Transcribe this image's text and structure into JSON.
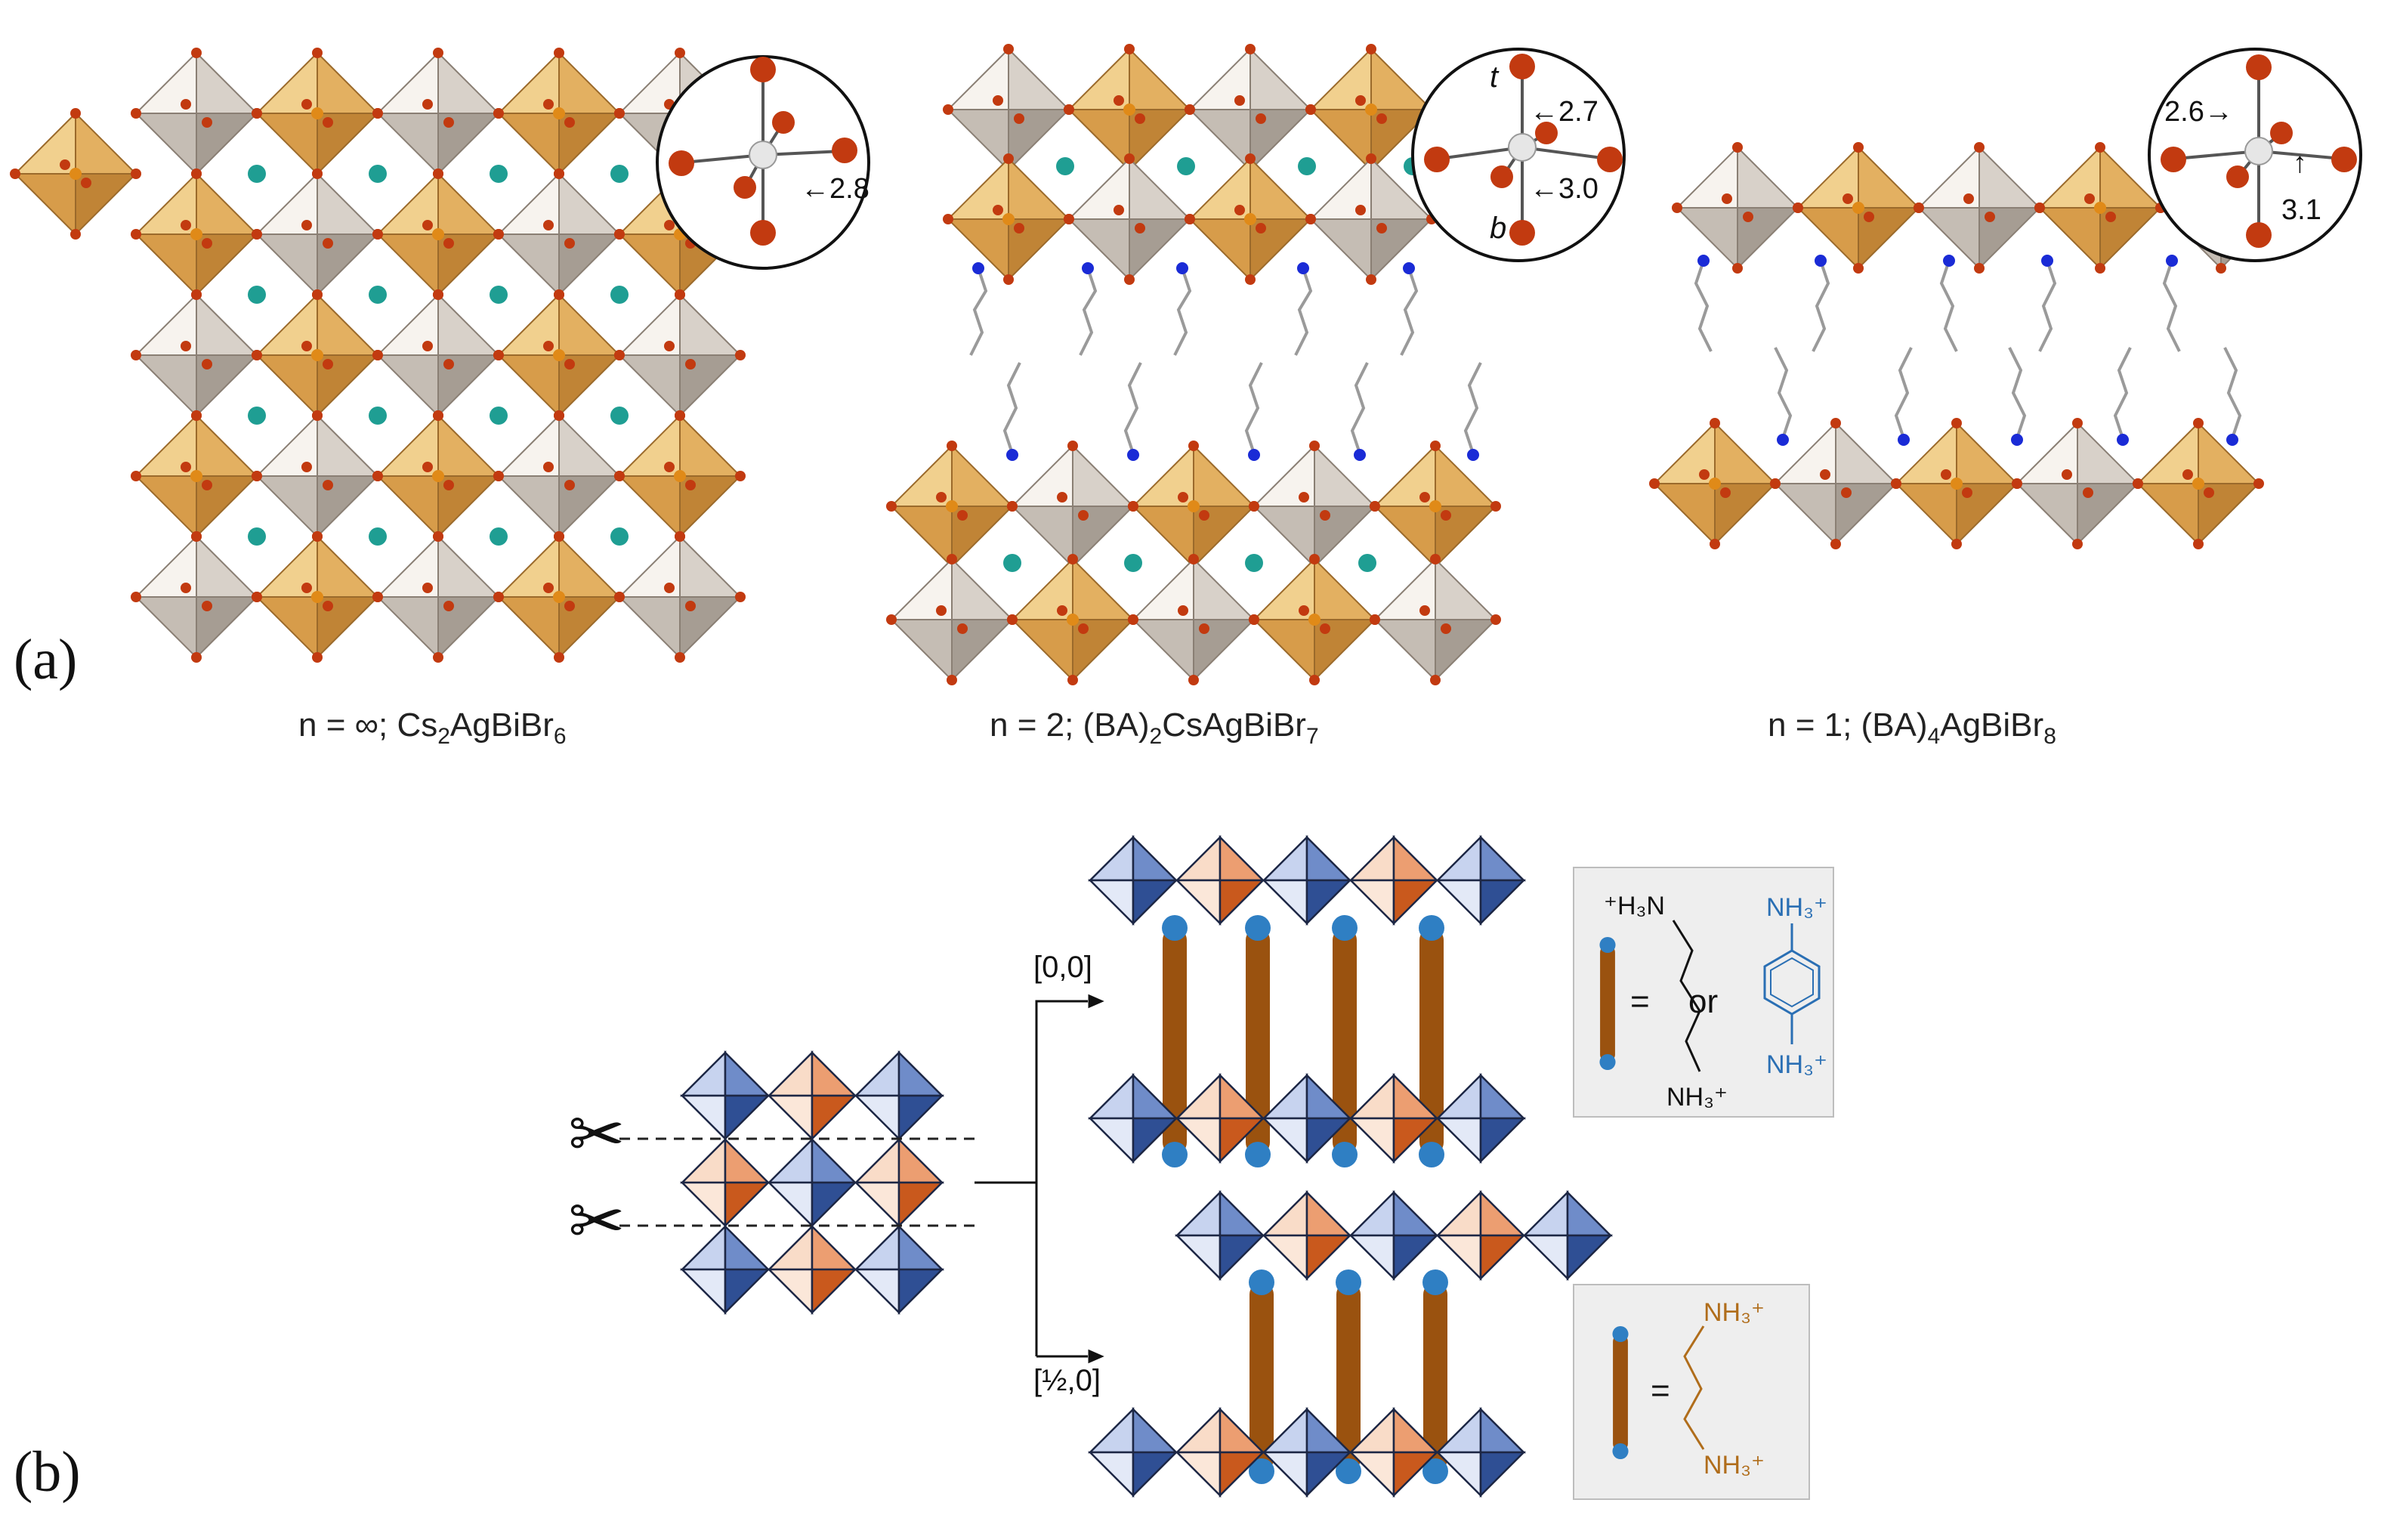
{
  "panel_labels": {
    "a": "(a)",
    "b": "(b)"
  },
  "panel_a": {
    "structures": [
      {
        "n_label": "n = ∞;",
        "formula_parts": [
          [
            "Cs",
            "2"
          ],
          [
            "AgBiBr",
            "6"
          ]
        ]
      },
      {
        "n_label": "n = 2;",
        "formula_parts": [
          [
            "(BA)",
            "2"
          ],
          [
            "CsAgBiBr",
            "7"
          ]
        ]
      },
      {
        "n_label": "n = 1;",
        "formula_parts": [
          [
            "(BA)",
            "4"
          ],
          [
            "AgBiBr",
            "8"
          ]
        ]
      }
    ],
    "insets": [
      {
        "bond_lengths": [
          "2.8"
        ]
      },
      {
        "bond_lengths": [
          "2.7",
          "3.0"
        ],
        "site_labels": [
          "t",
          "b"
        ]
      },
      {
        "bond_lengths": [
          "2.6",
          "3.1"
        ]
      }
    ]
  },
  "panel_b": {
    "branch_labels": [
      "[0,0]",
      "[½,0]"
    ],
    "cation_box_1": {
      "equals": "=",
      "or": "or",
      "chain_top": "⁺H₃N",
      "chain_bottom": "NH₃⁺",
      "ring_top": "NH₃⁺",
      "ring_bottom": "NH₃⁺"
    },
    "cation_box_2": {
      "equals": "=",
      "chain_top": "NH₃⁺",
      "chain_bottom": "NH₃⁺"
    }
  },
  "colors": {
    "oct_silver_face": "#efe9e3",
    "oct_silver_shade": "#bcb4ac",
    "oct_gold_face": "#e9c07a",
    "oct_gold_shade": "#c48a3e",
    "bromide": "#c23a10",
    "cesium": "#1f9e93",
    "nitrogen": "#1a2bd6",
    "carbon": "#9a9a9a",
    "blue_dark": "#3a5a9e",
    "blue_light": "#aebfe3",
    "orange_dark": "#c9591d",
    "orange_light": "#f4c7a9",
    "spacer_body": "#9a520f",
    "spacer_cap": "#2f7fc3",
    "ring_blue": "#2a6fb4",
    "chain_brown": "#b06d1b",
    "box_bg": "#eeeeee"
  }
}
